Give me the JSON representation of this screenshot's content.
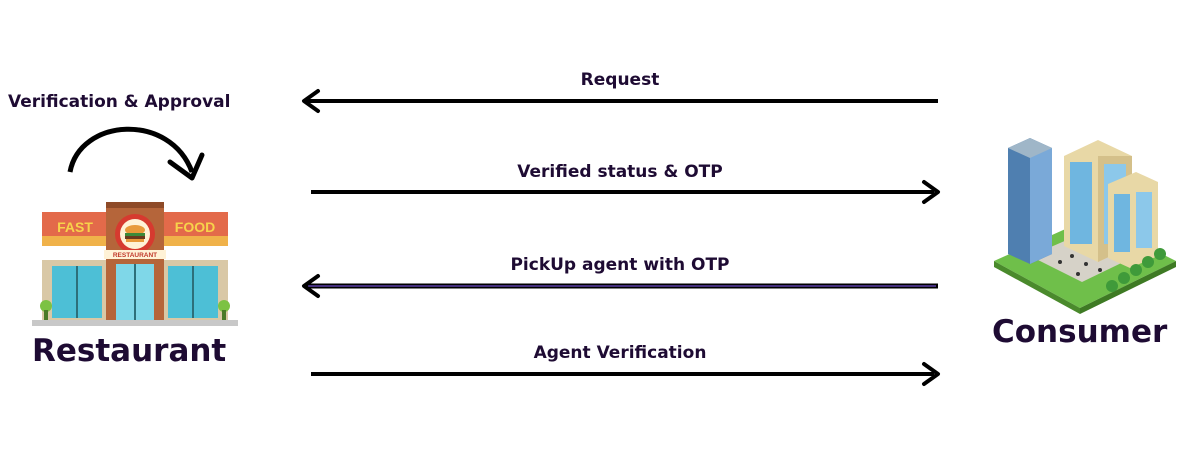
{
  "diagram": {
    "restaurant": {
      "title": "Restaurant",
      "sign_left": "FAST",
      "sign_right": "FOOD",
      "badge": "RESTAURANT"
    },
    "consumer": {
      "title": "Consumer"
    },
    "self_loop": {
      "label": "Verification & Approval"
    },
    "flows": [
      {
        "label": "Request",
        "direction": "to-restaurant"
      },
      {
        "label": "Verified status & OTP",
        "direction": "to-consumer"
      },
      {
        "label": "PickUp agent with OTP",
        "direction": "to-restaurant",
        "accent": "#5a3fa8"
      },
      {
        "label": "Agent Verification",
        "direction": "to-consumer"
      }
    ]
  },
  "colors": {
    "text": "#1e0b33",
    "arrow": "#000000",
    "accent": "#5a3fa8"
  }
}
